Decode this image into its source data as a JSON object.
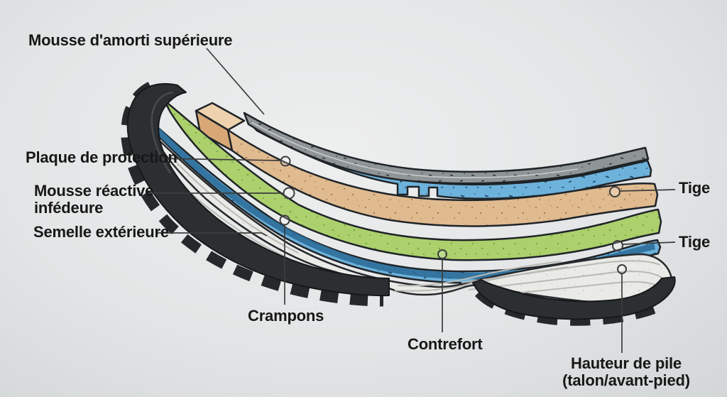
{
  "figure": {
    "type": "exploded-cross-section-diagram",
    "subject": "semelle de chaussure de trail"
  },
  "labels": {
    "upper_foam": "Mousse d'amorti supérieure",
    "protection_plate": "Plaque de protection",
    "reactive_foam_line1": "Mousse réactive",
    "reactive_foam_line2": "infédeure",
    "outsole": "Semelle extérieure",
    "lugs": "Crampons",
    "heel_counter": "Contrefort",
    "upper_1": "Tige",
    "upper_2": "Tige",
    "stack_height_line1": "Hauteur de pile",
    "stack_height_line2": "(talon/avant-pied)"
  },
  "colors": {
    "background": "#e4e6e7",
    "text": "#171717",
    "leader_line": "#3c3c3c",
    "top_plate_gray": "#8f9496",
    "cushion_blue": "#6db2db",
    "plate_tan": "#e0bb90",
    "foam_green": "#abd06c",
    "midsole_white": "#eaeae7",
    "outsole_black": "#2c2f31",
    "blue_shadow": "#2e6d99"
  }
}
